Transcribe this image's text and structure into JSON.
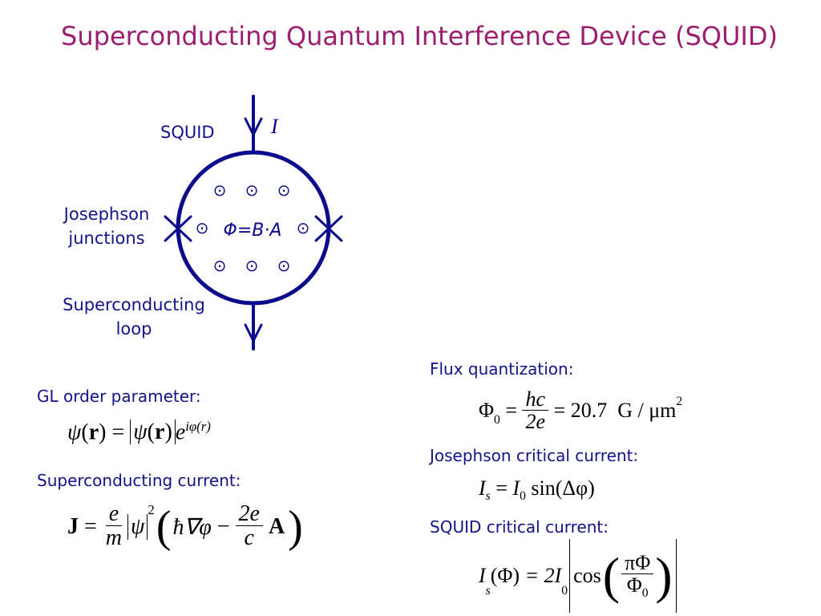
{
  "title": "Superconducting Quantum Interference Device (SQUID)",
  "diagram": {
    "label_squid": "SQUID",
    "label_current": "I",
    "label_junctions_line1": "Josephson",
    "label_junctions_line2": "junctions",
    "label_loop_line1": "Superconducting",
    "label_loop_line2": "loop",
    "flux_label": "Φ=B·A",
    "field_symbol": "⊙",
    "colors": {
      "loop": "#0a0a8c",
      "text": "#12128a",
      "title": "#9b1f6e"
    }
  },
  "sections": {
    "gl_heading": "GL order parameter:",
    "current_heading": "Superconducting current:",
    "flux_heading": "Flux quantization:",
    "josephson_heading": "Josephson critical current:",
    "squid_heading": "SQUID critical current:"
  },
  "equations": {
    "gl": {
      "psi": "ψ",
      "r": "r",
      "e": "e",
      "exp": "iφ(r)"
    },
    "current": {
      "J": "J",
      "e": "e",
      "m": "m",
      "psi": "ψ",
      "sq": "2",
      "hbar": "ħ∇φ",
      "minus": "−",
      "two_e": "2e",
      "c": "c",
      "A": "A"
    },
    "flux": {
      "phi0": "Φ",
      "sub0": "0",
      "hc": "hc",
      "two_e": "2e",
      "value": "= 20.7",
      "unit": "G / μm",
      "sup2": "2"
    },
    "josephson": {
      "Is": "I",
      "sub_s": "s",
      "I0": "I",
      "sub0": "0",
      "rhs": "sin(Δφ)"
    },
    "squid": {
      "Is": "I",
      "sub_s": "s",
      "arg": "(Φ)",
      "two": "= 2I",
      "sub0": "0",
      "cos": "cos",
      "piPhi": "πΦ",
      "phi0": "Φ",
      "phi0sub": "0"
    }
  }
}
